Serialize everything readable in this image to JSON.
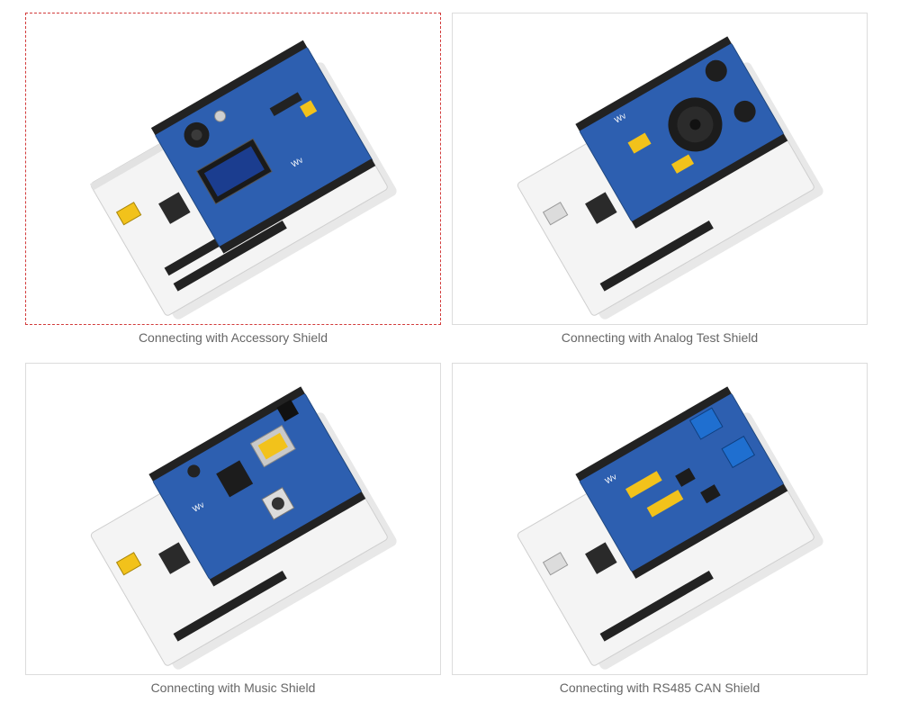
{
  "gallery": {
    "items": [
      {
        "caption": "Connecting with Accessory Shield",
        "shield": "accessory-shield",
        "selected": true
      },
      {
        "caption": "Connecting with Analog Test Shield",
        "shield": "analog-test-shield",
        "selected": false
      },
      {
        "caption": "Connecting with Music Shield",
        "shield": "music-shield",
        "selected": false
      },
      {
        "caption": "Connecting with RS485 CAN Shield",
        "shield": "rs485-can-shield",
        "selected": false
      }
    ]
  },
  "colors": {
    "selection_border": "#d23a3a",
    "frame_border": "#dcdcdc",
    "caption_text": "#666666",
    "nucleo_board": "#f2f2f2",
    "shield_blue": "#2d5fb0",
    "pin_header": "#222222",
    "jumper_yellow": "#f2c21b",
    "terminal_blue": "#1f6fd0"
  }
}
